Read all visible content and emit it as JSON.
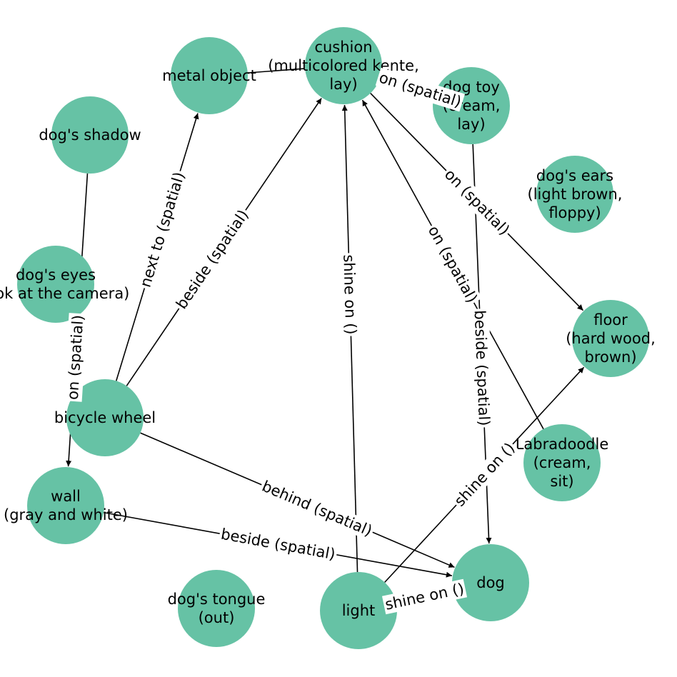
{
  "colors": {
    "node": "#66c2a5",
    "edge": "#000000",
    "label_bg": "#ffffff"
  },
  "nodes": [
    {
      "id": "cushion",
      "lines": [
        "cushion",
        "(multicolored kente,",
        "lay)"
      ]
    },
    {
      "id": "metal-object",
      "lines": [
        "metal object"
      ]
    },
    {
      "id": "dog-toy",
      "lines": [
        "dog toy",
        "(cream,",
        "lay)"
      ]
    },
    {
      "id": "dogs-shadow",
      "lines": [
        "dog's shadow"
      ]
    },
    {
      "id": "dogs-ears",
      "lines": [
        "dog's ears",
        "(light brown,",
        "floppy)"
      ]
    },
    {
      "id": "dogs-eyes",
      "lines": [
        "dog's eyes",
        "look at the camera)"
      ]
    },
    {
      "id": "floor",
      "lines": [
        "floor",
        "(hard wood,",
        "brown)"
      ]
    },
    {
      "id": "bicycle-wheel",
      "lines": [
        "bicycle wheel"
      ]
    },
    {
      "id": "labradoodle",
      "lines": [
        "Labradoodle",
        "(cream,",
        "sit)"
      ]
    },
    {
      "id": "wall",
      "lines": [
        "wall",
        "(gray and white)"
      ]
    },
    {
      "id": "dog",
      "lines": [
        "dog"
      ]
    },
    {
      "id": "dogs-tongue",
      "lines": [
        "dog's tongue",
        "(out)"
      ]
    },
    {
      "id": "light",
      "lines": [
        "light"
      ]
    }
  ],
  "edges": [
    {
      "from": "bicycle-wheel",
      "to": "metal-object",
      "label": "next to (spatial)",
      "arrow": true
    },
    {
      "from": "bicycle-wheel",
      "to": "cushion",
      "label": "beside (spatial)",
      "arrow": true
    },
    {
      "from": "bicycle-wheel",
      "to": "dog",
      "label": "behind (spatial)",
      "arrow": true
    },
    {
      "from": "wall",
      "to": "dog",
      "label": "beside (spatial)",
      "arrow": true
    },
    {
      "from": "light",
      "to": "cushion",
      "label": "shine on ()",
      "arrow": true
    },
    {
      "from": "light",
      "to": "floor",
      "label": "shine on ()",
      "arrow": true
    },
    {
      "from": "light",
      "to": "dog",
      "label": "shine on ()",
      "arrow": true
    },
    {
      "from": "cushion",
      "to": "floor",
      "label": "on (spatial)",
      "arrow": true
    },
    {
      "from": "cushion",
      "to": "dog-toy",
      "label": "on (spatial)",
      "arrow": false
    },
    {
      "from": "labradoodle",
      "to": "cushion",
      "label": "on (spatial)",
      "arrow": true
    },
    {
      "from": "dog-toy",
      "to": "dog",
      "label": "beside (spatial)",
      "arrow": true
    },
    {
      "from": "dogs-shadow",
      "to": "wall",
      "label": "on (spatial)",
      "arrow": true
    },
    {
      "from": "metal-object",
      "to": "cushion",
      "label": "",
      "arrow": false
    }
  ]
}
